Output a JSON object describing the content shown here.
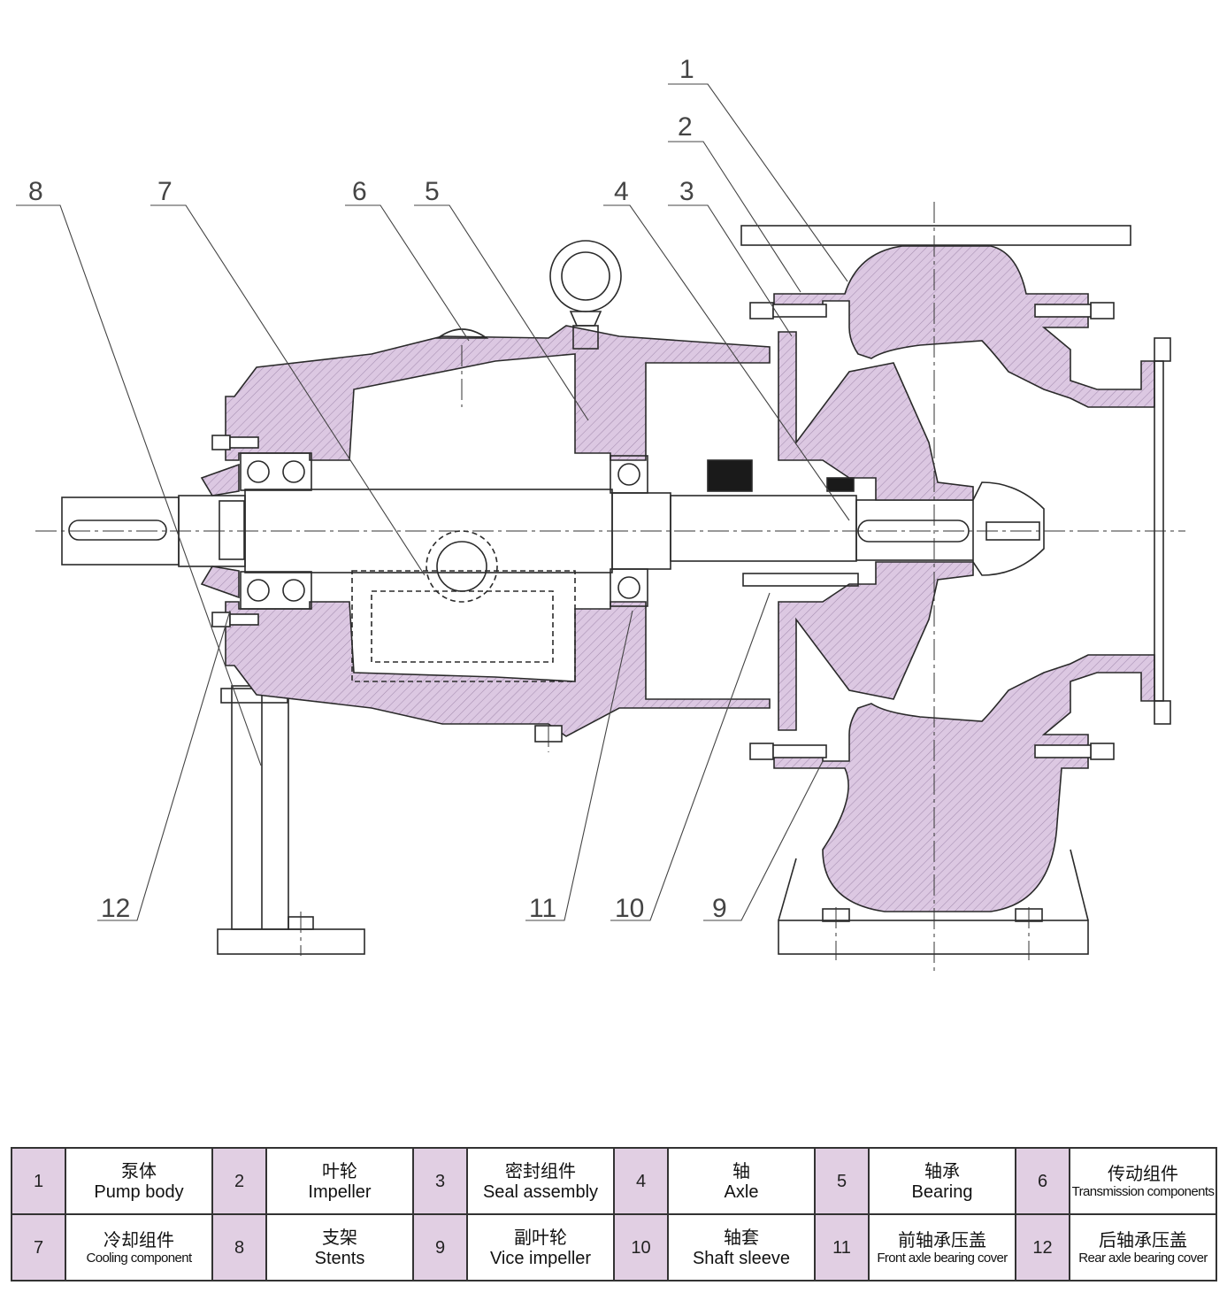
{
  "diagram": {
    "callouts": [
      "1",
      "2",
      "3",
      "4",
      "5",
      "6",
      "7",
      "8",
      "9",
      "10",
      "11",
      "12"
    ],
    "fill_color": "#dcc8e2",
    "hatch_color": "#9a7aa6",
    "line_color": "#2a2a2a"
  },
  "legend": {
    "rows": [
      [
        {
          "num": "1",
          "zh": "泵体",
          "en": "Pump body"
        },
        {
          "num": "2",
          "zh": "叶轮",
          "en": "Impeller"
        },
        {
          "num": "3",
          "zh": "密封组件",
          "en": "Seal assembly"
        },
        {
          "num": "4",
          "zh": "轴",
          "en": "Axle"
        },
        {
          "num": "5",
          "zh": "轴承",
          "en": "Bearing"
        },
        {
          "num": "6",
          "zh": "传动组件",
          "en": "Transmission components"
        }
      ],
      [
        {
          "num": "7",
          "zh": "冷却组件",
          "en": "Cooling component"
        },
        {
          "num": "8",
          "zh": "支架",
          "en": "Stents"
        },
        {
          "num": "9",
          "zh": "副叶轮",
          "en": "Vice impeller"
        },
        {
          "num": "10",
          "zh": "轴套",
          "en": "Shaft sleeve"
        },
        {
          "num": "11",
          "zh": "前轴承压盖",
          "en": "Front axle bearing cover"
        },
        {
          "num": "12",
          "zh": "后轴承压盖",
          "en": "Rear axle bearing cover"
        }
      ]
    ]
  }
}
